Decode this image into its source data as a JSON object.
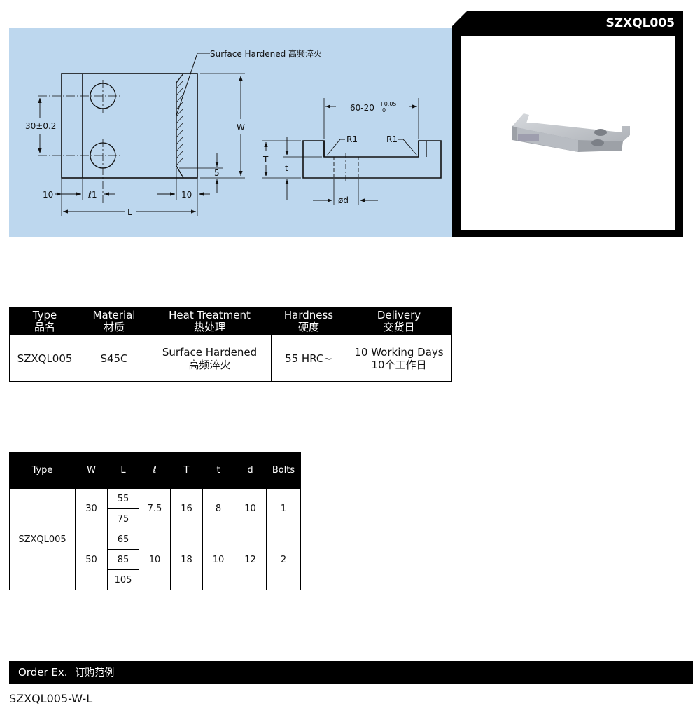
{
  "drawing": {
    "surface_note": "Surface Hardened 高频淬火",
    "dim_pitch": "30±0.2",
    "dim_w": "W",
    "dim_5": "5",
    "dim_10_left": "10",
    "dim_l1": "ℓ1",
    "dim_10_right": "10",
    "dim_L": "L",
    "dim_slot": "60-20",
    "dim_slot_tol_upper": "+0.05",
    "dim_slot_tol_lower": "0",
    "r1_left": "R1",
    "r1_right": "R1",
    "dim_T": "T",
    "dim_t": "t",
    "dim_d": "ød"
  },
  "photo": {
    "title": "SZXQL005"
  },
  "spec_table": {
    "headers": [
      {
        "en": "Type",
        "cn": "品名"
      },
      {
        "en": "Material",
        "cn": "材质"
      },
      {
        "en": "Heat Treatment",
        "cn": "热处理"
      },
      {
        "en": "Hardness",
        "cn": "硬度"
      },
      {
        "en": "Delivery",
        "cn": "交货日"
      }
    ],
    "row": {
      "type": "SZXQL005",
      "material": "S45C",
      "heat_en": "Surface Hardened",
      "heat_cn": "高频淬火",
      "hardness": "55 HRC~",
      "delivery_en": "10 Working Days",
      "delivery_cn": "10个工作日"
    }
  },
  "dim_table": {
    "headers": [
      "Type",
      "W",
      "L",
      "ℓ",
      "T",
      "t",
      "d",
      "Bolts"
    ],
    "type": "SZXQL005",
    "groups": [
      {
        "W": "30",
        "L": [
          "55",
          "75"
        ],
        "l": "7.5",
        "T": "16",
        "t": "8",
        "d": "10",
        "bolts": "1"
      },
      {
        "W": "50",
        "L": [
          "65",
          "85",
          "105"
        ],
        "l": "10",
        "T": "18",
        "t": "10",
        "d": "12",
        "bolts": "2"
      }
    ]
  },
  "order": {
    "label": "Order Ex.",
    "label_cn": "订购范例",
    "example": "SZXQL005-W-L"
  }
}
